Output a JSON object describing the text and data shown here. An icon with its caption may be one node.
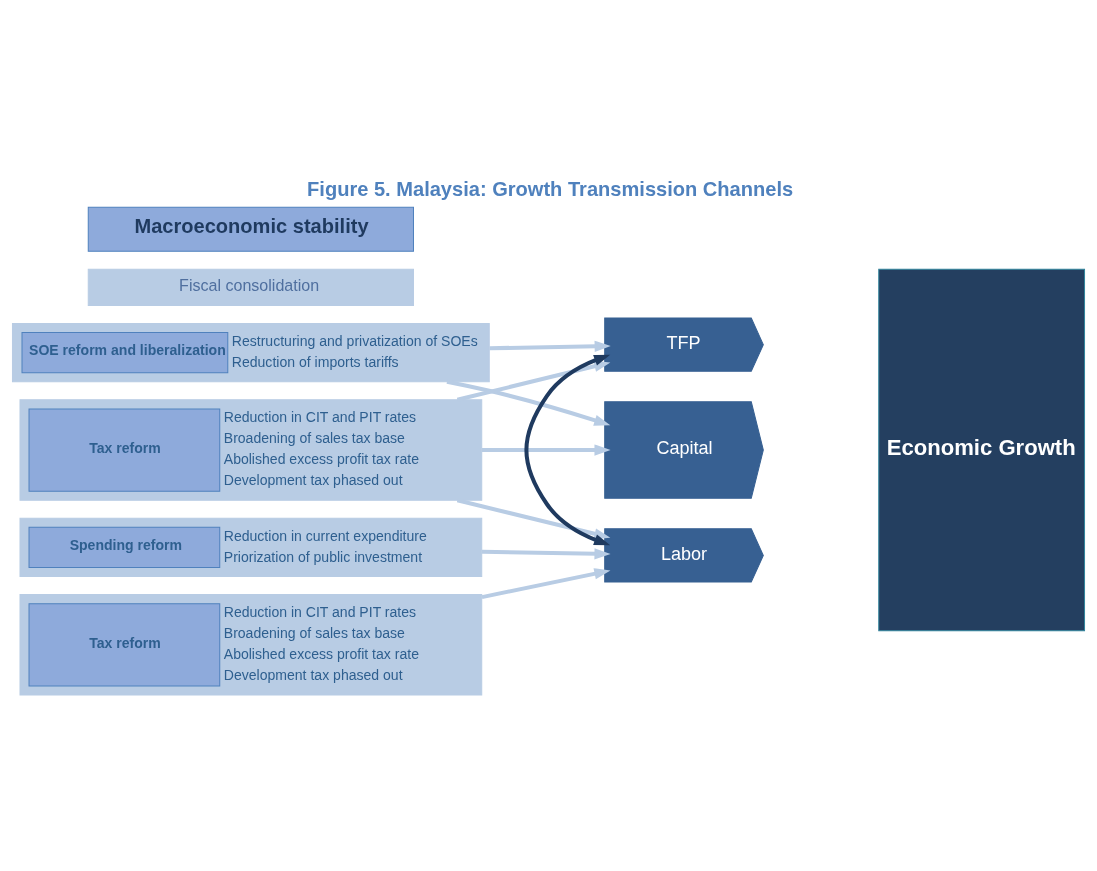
{
  "diagram": {
    "title": "Figure 5. Malaysia: Growth Transmission Channels",
    "nodes": [
      {
        "text": [
          "Macroeconomic stability"
        ]
      },
      {
        "text": [
          "Fiscal consolidation"
        ]
      },
      {
        "text": [
          "SOE reform and liberalization",
          "Restructuring and privatization of SOEs",
          "Reduction of imports tariffs"
        ]
      },
      {
        "text": [
          "Tax reform",
          "Reduction in CIT and PIT rates",
          "Broadening of sales tax base",
          "Abolished excess profit tax rate",
          "Development tax phased out"
        ]
      },
      {
        "text": [
          "Spending reform",
          "Reduction in current expenditure",
          "Priorization of public investment"
        ]
      },
      {
        "text": [
          "Tax reform",
          "Reduction in CIT and PIT rates",
          "Broadening of sales tax base",
          "Abolished excess profit tax rate",
          "Development tax phased out"
        ]
      },
      {
        "text": [
          "TFP"
        ]
      },
      {
        "text": [
          "Capital"
        ]
      },
      {
        "text": [
          "Labor"
        ]
      },
      {
        "text": [
          "Economic Growth"
        ]
      }
    ],
    "edges": [
      {
        "from": 2,
        "to": 6,
        "arrow": "to"
      },
      {
        "from": 2,
        "to": 7,
        "arrow": "to"
      },
      {
        "from": 3,
        "to": 6,
        "arrow": "to"
      },
      {
        "from": 3,
        "to": 7,
        "arrow": "to"
      },
      {
        "from": 3,
        "to": 8,
        "arrow": "to"
      },
      {
        "from": 4,
        "to": 8,
        "arrow": "to"
      },
      {
        "from": 5,
        "to": 8,
        "arrow": "to"
      },
      {
        "from": 8,
        "to": 6,
        "arrow": "both",
        "color": "#1f3a5f"
      }
    ]
  }
}
